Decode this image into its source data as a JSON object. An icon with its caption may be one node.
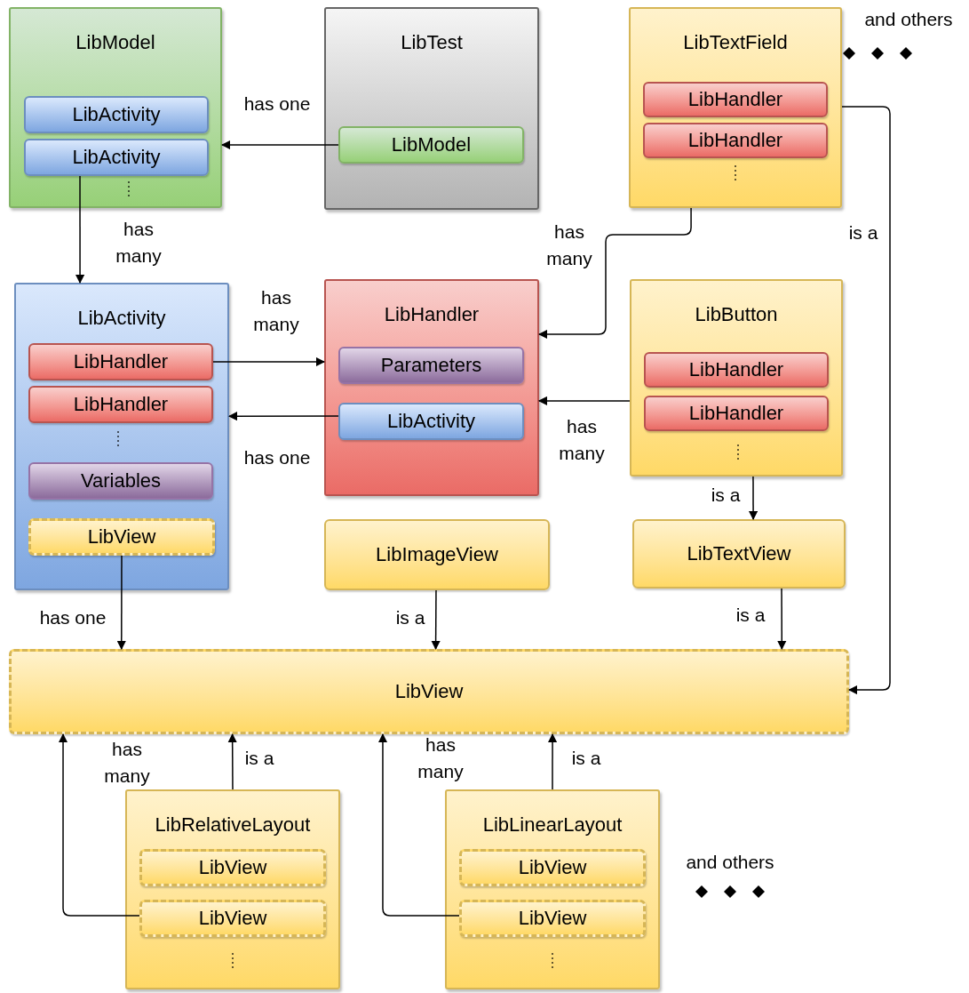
{
  "diagram": {
    "nodes": [
      {
        "text": [
          "LibModel"
        ]
      },
      {
        "text": [
          "LibActivity"
        ],
        "in": 0
      },
      {
        "text": [
          "LibActivity"
        ],
        "in": 0
      },
      {
        "text": [
          "LibTest"
        ]
      },
      {
        "text": [
          "LibModel"
        ],
        "in": 3
      },
      {
        "text": [
          "LibTextField"
        ]
      },
      {
        "text": [
          "LibHandler"
        ],
        "in": 5
      },
      {
        "text": [
          "LibHandler"
        ],
        "in": 5
      },
      {
        "text": [
          "LibActivity"
        ]
      },
      {
        "text": [
          "LibHandler"
        ],
        "in": 8
      },
      {
        "text": [
          "LibHandler"
        ],
        "in": 8
      },
      {
        "text": [
          "Variables"
        ],
        "in": 8
      },
      {
        "text": [
          "LibView"
        ],
        "in": 8
      },
      {
        "text": [
          "LibHandler"
        ]
      },
      {
        "text": [
          "Parameters"
        ],
        "in": 13
      },
      {
        "text": [
          "LibActivity"
        ],
        "in": 13
      },
      {
        "text": [
          "LibButton"
        ]
      },
      {
        "text": [
          "LibHandler"
        ],
        "in": 16
      },
      {
        "text": [
          "LibHandler"
        ],
        "in": 16
      },
      {
        "text": [
          "LibImageView"
        ]
      },
      {
        "text": [
          "LibTextView"
        ]
      },
      {
        "text": [
          "LibView"
        ]
      },
      {
        "text": [
          "LibRelativeLayout"
        ]
      },
      {
        "text": [
          "LibView"
        ],
        "in": 22
      },
      {
        "text": [
          "LibView"
        ],
        "in": 22
      },
      {
        "text": [
          "LibLinearLayout"
        ]
      },
      {
        "text": [
          "LibView"
        ],
        "in": 25
      },
      {
        "text": [
          "LibView"
        ],
        "in": 25
      }
    ],
    "edges": [
      {
        "from": 4,
        "to": 0,
        "arrow": "to",
        "label": "has one"
      },
      {
        "from": 2,
        "to": 8,
        "arrow": "to",
        "label": "has many"
      },
      {
        "from": 5,
        "to": 13,
        "arrow": "to",
        "label": "has many"
      },
      {
        "from": 9,
        "to": 13,
        "arrow": "to",
        "label": "has many"
      },
      {
        "from": 15,
        "to": 8,
        "arrow": "to",
        "label": "has one"
      },
      {
        "from": 16,
        "to": 13,
        "arrow": "to",
        "label": "has many"
      },
      {
        "from": 16,
        "to": 20,
        "arrow": "to",
        "label": "is a"
      },
      {
        "from": 12,
        "to": 21,
        "arrow": "to",
        "label": "has one"
      },
      {
        "from": 19,
        "to": 21,
        "arrow": "to",
        "label": "is a"
      },
      {
        "from": 20,
        "to": 21,
        "arrow": "to",
        "label": "is a"
      },
      {
        "from": 5,
        "to": 21,
        "arrow": "to",
        "label": "is a"
      },
      {
        "from": 24,
        "to": 21,
        "arrow": "to",
        "label": "has many"
      },
      {
        "from": 22,
        "to": 21,
        "arrow": "to",
        "label": "is a"
      },
      {
        "from": 27,
        "to": 21,
        "arrow": "to",
        "label": "has many"
      },
      {
        "from": 25,
        "to": 21,
        "arrow": "to",
        "label": "is a"
      }
    ],
    "labels": [
      "and others",
      "and others"
    ]
  }
}
